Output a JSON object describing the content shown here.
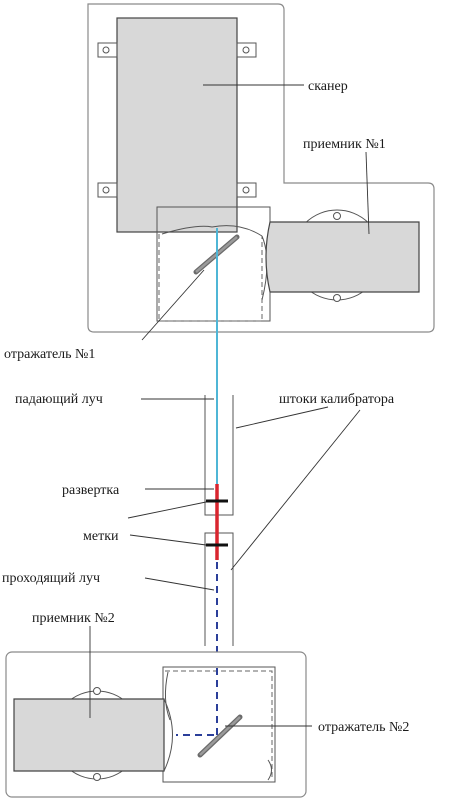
{
  "labels": {
    "scanner": "сканер",
    "receiver1": "приемник №1",
    "reflector1": "отражатель №1",
    "incident_beam": "падающий луч",
    "calibrator_rods": "штоки калибратора",
    "sweep": "развертка",
    "marks": "метки",
    "passing_beam": "проходящий луч",
    "receiver2": "приемник №2",
    "reflector2": "отражатель №2"
  },
  "colors": {
    "incident_beam": "#4fb6d6",
    "sweep": "#d9252f",
    "passing_beam": "#2b3f9a",
    "mark": "#111111"
  }
}
